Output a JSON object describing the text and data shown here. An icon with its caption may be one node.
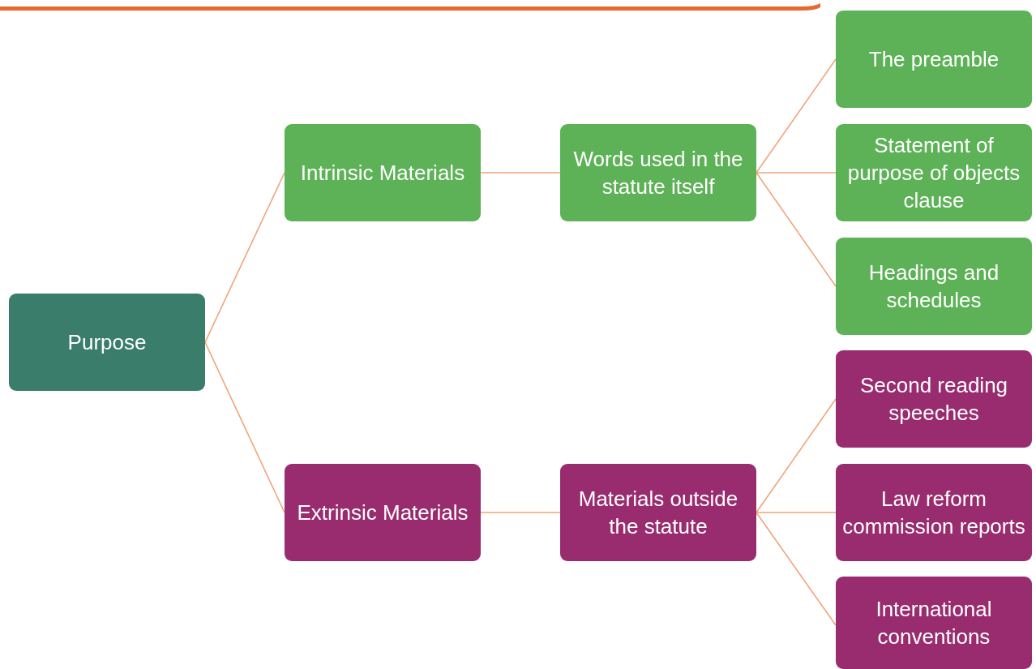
{
  "diagram": {
    "nodes": [
      {
        "text": [
          "Purpose"
        ]
      },
      {
        "text": [
          "Intrinsic Materials"
        ]
      },
      {
        "text": [
          "Words used in the statute itself"
        ]
      },
      {
        "text": [
          "The preamble"
        ]
      },
      {
        "text": [
          "Statement of purpose of objects clause"
        ]
      },
      {
        "text": [
          "Headings and schedules"
        ]
      },
      {
        "text": [
          "Extrinsic Materials"
        ]
      },
      {
        "text": [
          "Materials outside the statute"
        ]
      },
      {
        "text": [
          "Second reading speeches"
        ]
      },
      {
        "text": [
          "Law reform commission reports"
        ]
      },
      {
        "text": [
          "International conventions"
        ]
      }
    ],
    "edges": [
      {
        "from": 0,
        "to": 1,
        "arrow": "none"
      },
      {
        "from": 0,
        "to": 6,
        "arrow": "none"
      },
      {
        "from": 1,
        "to": 2,
        "arrow": "none"
      },
      {
        "from": 2,
        "to": 3,
        "arrow": "none"
      },
      {
        "from": 2,
        "to": 4,
        "arrow": "none"
      },
      {
        "from": 2,
        "to": 5,
        "arrow": "none"
      },
      {
        "from": 6,
        "to": 7,
        "arrow": "none"
      },
      {
        "from": 7,
        "to": 8,
        "arrow": "none"
      },
      {
        "from": 7,
        "to": 9,
        "arrow": "none"
      },
      {
        "from": 7,
        "to": 10,
        "arrow": "none"
      }
    ]
  }
}
